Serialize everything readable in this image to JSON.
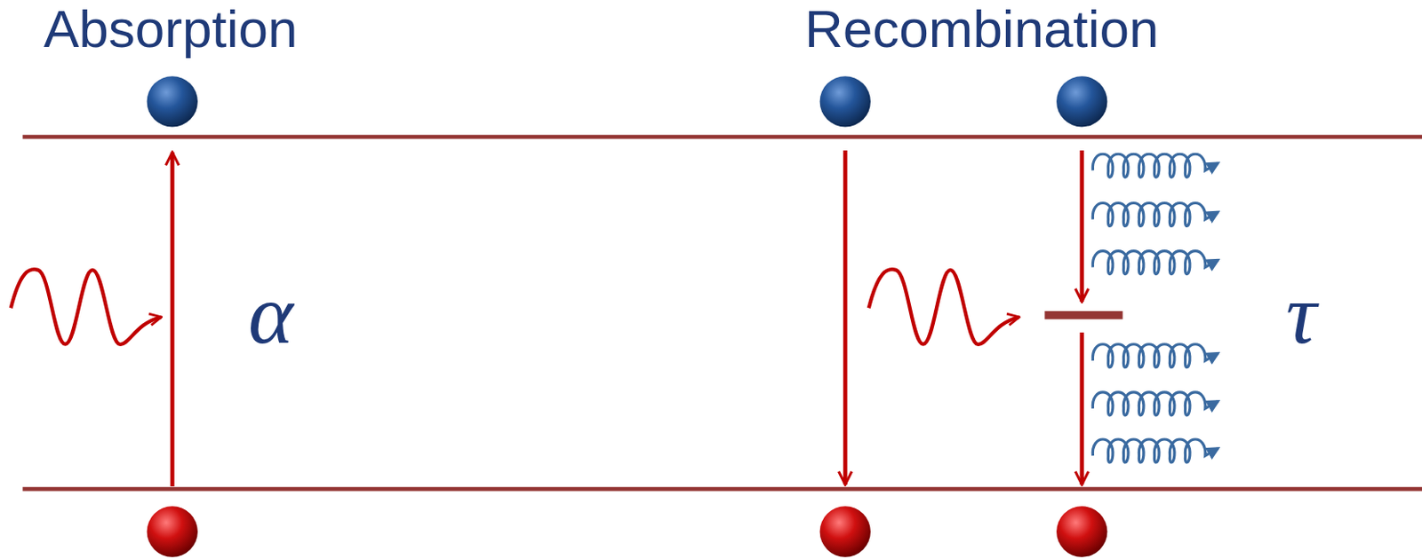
{
  "diagram": {
    "labels": [
      "Absorption",
      "Recombination",
      "α",
      "τ"
    ]
  }
}
